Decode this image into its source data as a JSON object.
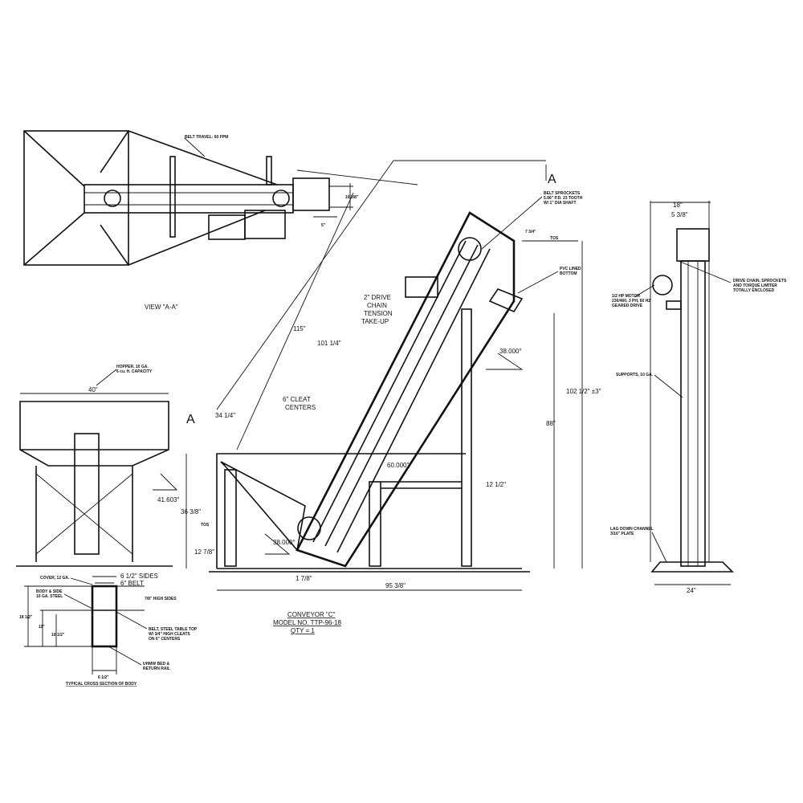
{
  "drawing": {
    "title_block": {
      "line1": "CONVEYOR \"C\"",
      "line2": "MODEL NO. TTP-96-18",
      "line3": "QTY = 1"
    },
    "top_view": {
      "belt_travel": "BELT TRAVEL: 60 FPM",
      "dim_width": "10 3/8\"",
      "dim_offset": "5\"",
      "view_label": "VIEW \"A-A\""
    },
    "side_view": {
      "section_marker": "A",
      "sprockets_note": [
        "BELT SPROCKETS",
        "5.96\" P.D. 23 TOOTH",
        "W/ 1\" DIA SHAFT"
      ],
      "dim_top": "7 3/4\"",
      "tos_top": "TOS",
      "pvc_note": [
        "PVC LINED",
        "BOTTOM"
      ],
      "drive_note": [
        "2\" DRIVE",
        "CHAIN",
        "TENSION",
        "TAKE-UP"
      ],
      "cleat_note": [
        "6\" CLEAT",
        "CENTERS"
      ],
      "dim_115": "115\"",
      "dim_101": "101 1/4\"",
      "angle_top": "38.000°",
      "dim_88": "88\"",
      "dim_height": "102 1/2\" ±3\"",
      "dim_34": "34 1/4\"",
      "dim_60": "60.000\"",
      "dim_12a": "12 1/2\"",
      "dim_41": "41.603\"",
      "dim_36": "36 3/8\"",
      "tos_bottom": "TOS",
      "dim_12b": "12 7/8\"",
      "angle_bottom": "38.000°",
      "dim_1": "1 7/8\"",
      "dim_95": "95 3/8\""
    },
    "end_view": {
      "dim_18": "18\"",
      "dim_5": "5 3/8\"",
      "motor_note": [
        "1/2 HP MOTOR",
        "230/460, 3 PH, 60 HZ",
        "GEARED DRIVE"
      ],
      "drive_chain_note": [
        "DRIVE CHAIN, SPROCKETS",
        "AND TORQUE LIMITER",
        "TOTALLY ENCLOSED"
      ],
      "supports_note": "SUPPORTS, 10 GA.",
      "lag_note": [
        "LAG DOWN CHANNEL",
        "3/16\" PLATE"
      ],
      "dim_24": "24\""
    },
    "hopper_view": {
      "hopper_note": [
        "HOPPER, 10 GA.",
        "6 cu. ft. CAPACITY"
      ],
      "dim_40": "40\""
    },
    "cross_section": {
      "title": "TYPICAL CROSS SECTION OF BODY",
      "cover": "COVER, 12 GA.",
      "body": [
        "BODY & SIDE",
        "10 GA. STEEL"
      ],
      "sides": "6 1/2\" SIDES",
      "belt": "6\" BELT",
      "high_sides": "7/8\" HIGH SIDES",
      "belt_note": [
        "BELT, STEEL TABLE TOP",
        "W/ 3/4\" HIGH CLEATS",
        "ON 6\" CENTERS"
      ],
      "return_note": [
        "UHMW BED &",
        "RETURN RAIL"
      ],
      "dim_a": "18 1/2\"",
      "dim_b": "11\"",
      "dim_c": "10 1/2\"",
      "dim_d": "6 1/2\""
    }
  }
}
